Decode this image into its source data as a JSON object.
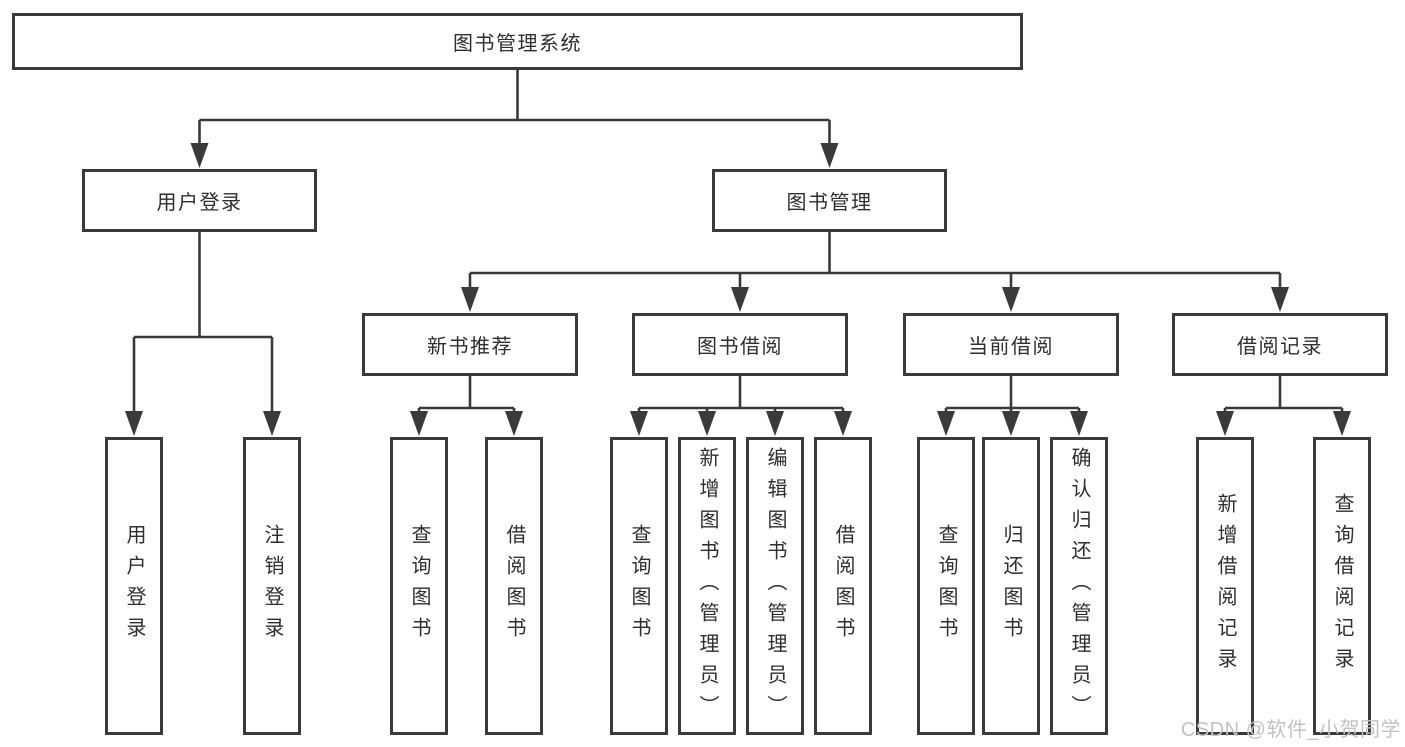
{
  "root": {
    "label": "图书管理系统"
  },
  "level2": {
    "user_login": {
      "label": "用户登录"
    },
    "book_management": {
      "label": "图书管理"
    }
  },
  "level3": {
    "new_book_recommend": {
      "label": "新书推荐"
    },
    "book_borrow": {
      "label": "图书借阅"
    },
    "current_borrow": {
      "label": "当前借阅"
    },
    "borrow_record": {
      "label": "借阅记录"
    }
  },
  "leaves": {
    "user_login": [
      "用户登录",
      "注销登录"
    ],
    "new_book_recommend": [
      "查询图书",
      "借阅图书"
    ],
    "book_borrow": [
      "查询图书",
      "新增图书（管理员）",
      "编辑图书（管理员）",
      "借阅图书"
    ],
    "current_borrow": [
      "查询图书",
      "归还图书",
      "确认归还（管理员）"
    ],
    "borrow_record": [
      "新增借阅记录",
      "查询借阅记录"
    ]
  },
  "watermark": {
    "text": "CSDN @软件_小贺同学"
  },
  "colors": {
    "line": "#3a3a3a",
    "text": "#2e2e2e",
    "watermark": "#c3c1c1",
    "background": "#ffffff"
  }
}
